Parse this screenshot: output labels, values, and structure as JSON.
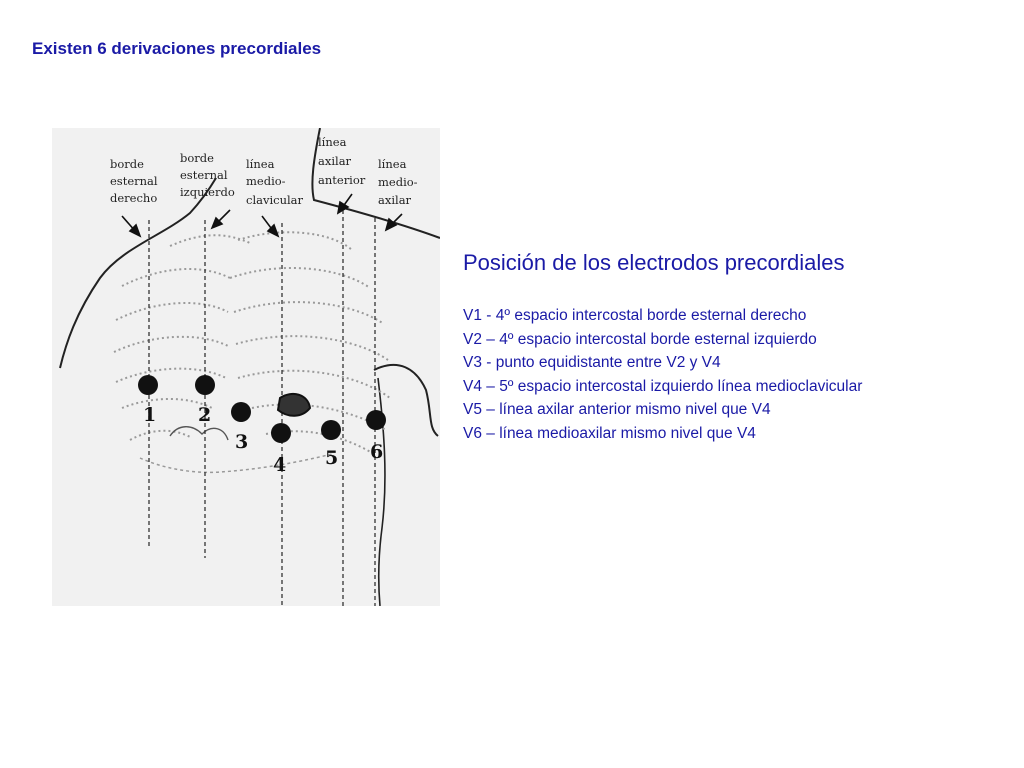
{
  "slide": {
    "title": "Existen 6 derivaciones precordiales"
  },
  "figure": {
    "guide_labels": [
      [
        "borde",
        "esternal",
        "derecho"
      ],
      [
        "borde",
        "esternal",
        "izquierdo"
      ],
      [
        "línea",
        "medio-",
        "clavicular"
      ],
      [
        "línea",
        "axilar",
        "anterior"
      ],
      [
        "línea",
        "medio-",
        "axilar"
      ]
    ],
    "electrode_numbers": [
      "1",
      "2",
      "3",
      "4",
      "5",
      "6"
    ],
    "ink_color": "#222222",
    "background_color": "#f1f1f1"
  },
  "legend": {
    "heading": "Posición de los electrodos precordiales",
    "items": [
      "V1 - 4º espacio intercostal borde esternal derecho",
      "V2 – 4º espacio intercostal borde esternal izquierdo",
      "V3 - punto equidistante entre V2 y V4",
      "V4 – 5º espacio intercostal izquierdo línea medioclavicular",
      "V5 – línea axilar anterior mismo nivel que V4",
      "V6 – línea medioaxilar mismo nivel que V4"
    ],
    "text_color": "#1a1aa6"
  }
}
